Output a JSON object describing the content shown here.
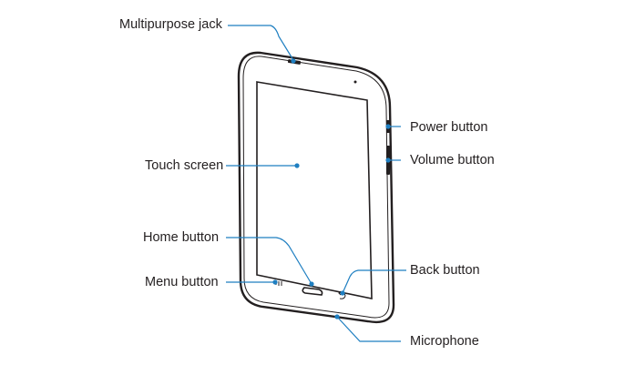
{
  "labels": {
    "multipurpose_jack": "Multipurpose jack",
    "power_button": "Power button",
    "volume_button": "Volume button",
    "touch_screen": "Touch screen",
    "home_button": "Home button",
    "back_button": "Back button",
    "menu_button": "Menu button",
    "microphone": "Microphone"
  },
  "colors": {
    "leader_line": "#1f7fc1",
    "device_outline": "#231f20"
  }
}
